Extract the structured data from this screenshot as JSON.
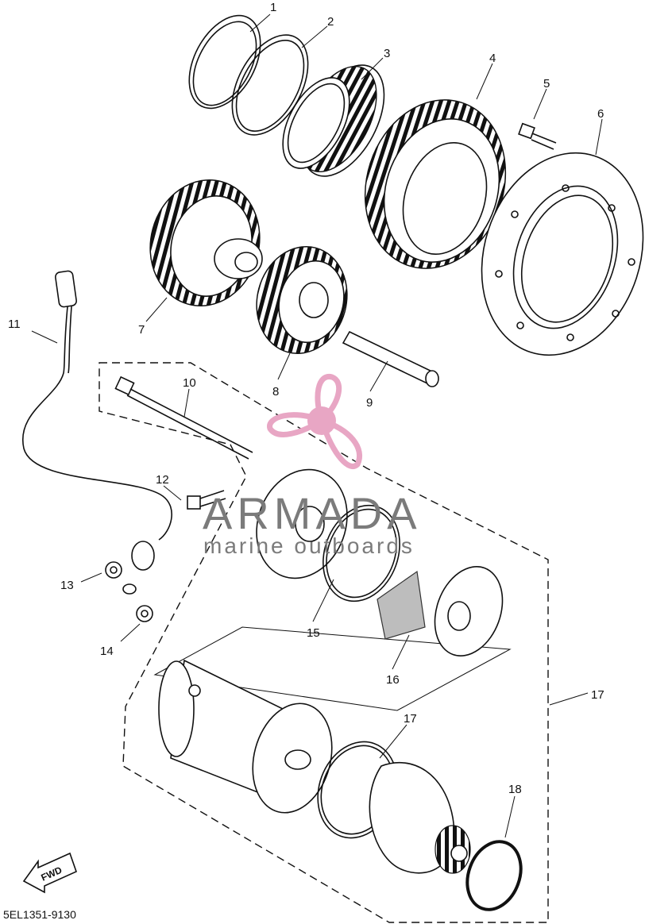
{
  "diagram": {
    "part_labels": [
      "1",
      "2",
      "3",
      "4",
      "5",
      "6",
      "7",
      "8",
      "9",
      "10",
      "11",
      "12",
      "13",
      "14",
      "15",
      "16",
      "17",
      "17",
      "18"
    ],
    "drawing_code": "5EL1351-9130",
    "fwd_label": "FWD"
  },
  "watermark": {
    "brand": "ARMADA",
    "tagline": "marine outboards",
    "colors": {
      "logo": "#e8a6c4",
      "text": "#7b7b7b"
    }
  }
}
